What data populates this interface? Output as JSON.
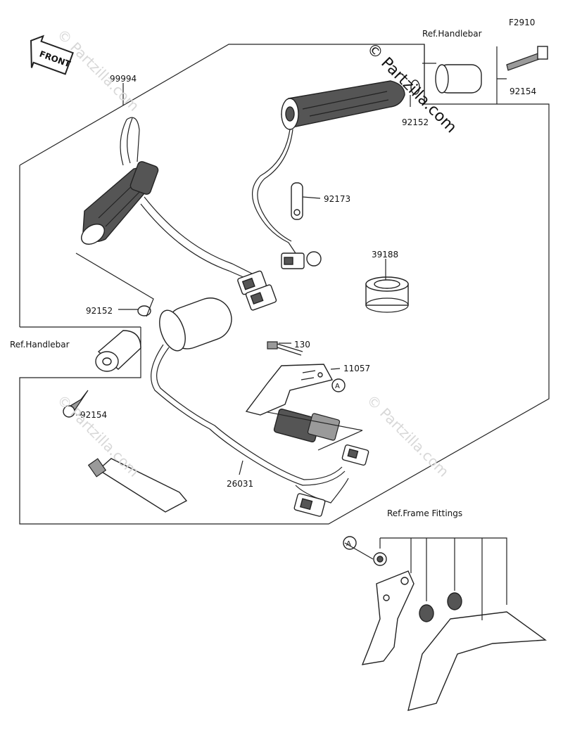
{
  "figure_code": "F2910",
  "front_label": "FRONT",
  "watermark_main": "© Partzilla.com",
  "watermark_faint": "© Partzilla.com",
  "references": {
    "handlebar_top": "Ref.Handlebar",
    "handlebar_left": "Ref.Handlebar",
    "frame_fittings": "Ref.Frame Fittings"
  },
  "callouts": {
    "p99994": "99994",
    "p92154_top": "92154",
    "p92152_top": "92152",
    "p92173": "92173",
    "p39188": "39188",
    "p92152_left": "92152",
    "p130": "130",
    "p11057": "11057",
    "p92154_left": "92154",
    "p26031": "26031",
    "marker_a1": "A",
    "marker_a2": "A"
  }
}
